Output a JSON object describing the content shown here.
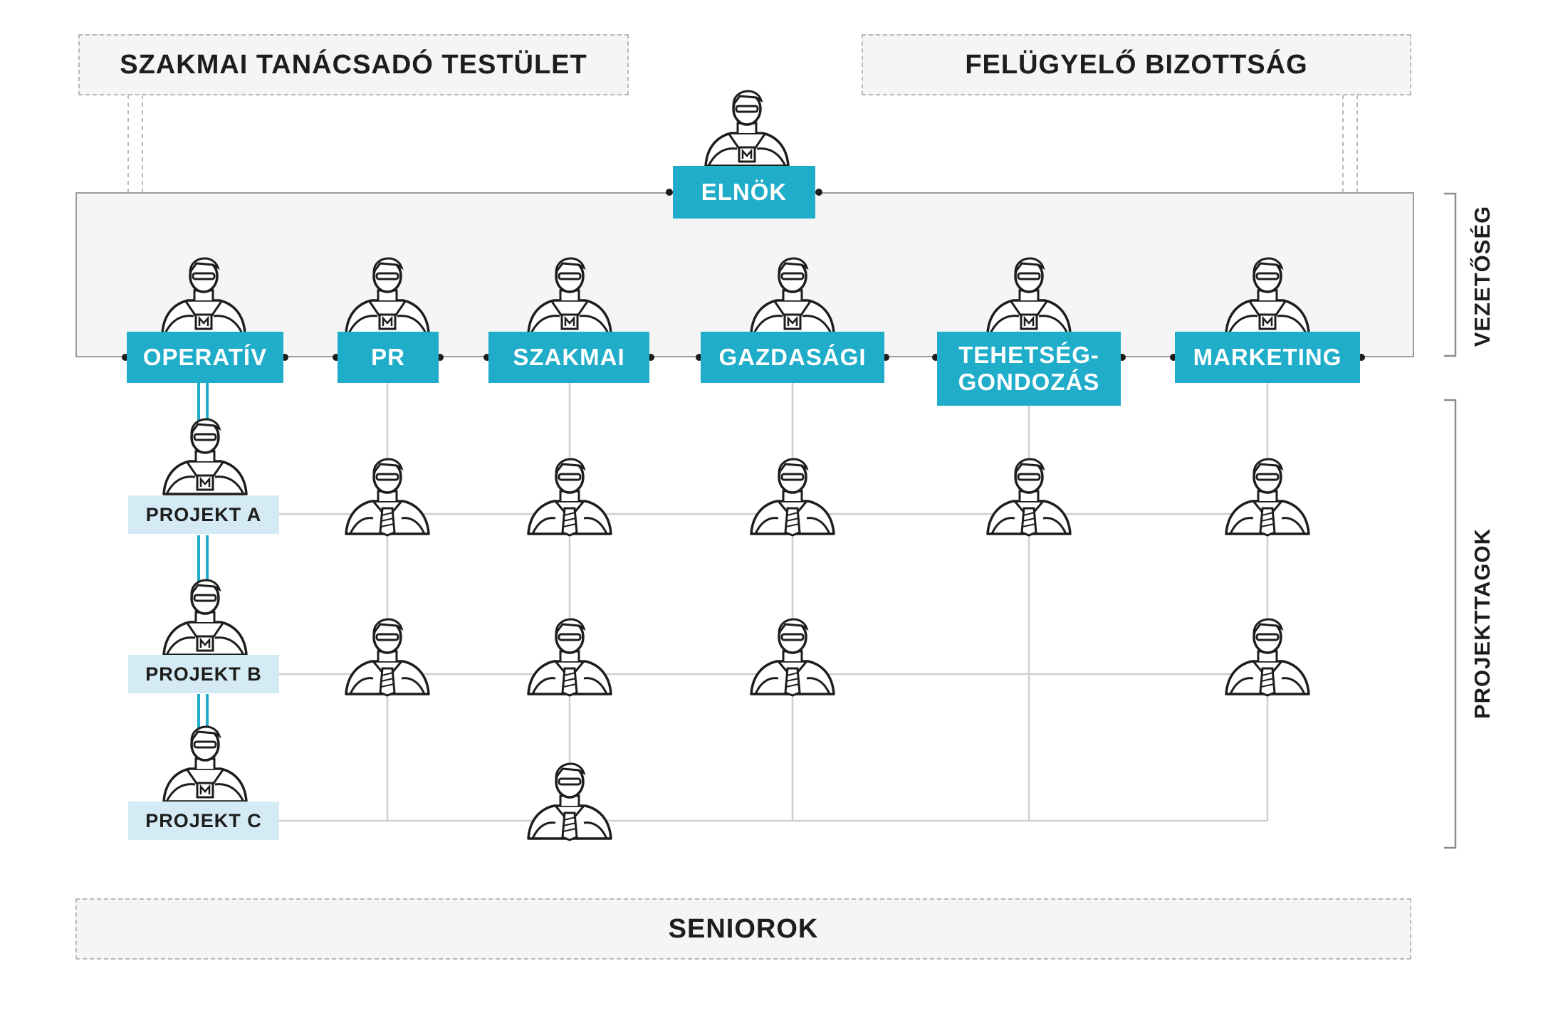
{
  "top_boxes": {
    "advisory": "SZAKMAI TANÁCSADÓ TESTÜLET",
    "supervisory": "FELÜGYELŐ BIZOTTSÁG"
  },
  "president": "ELNÖK",
  "departments": [
    {
      "label_lines": [
        "OPERATÍV"
      ]
    },
    {
      "label_lines": [
        "PR"
      ]
    },
    {
      "label_lines": [
        "SZAKMAI"
      ]
    },
    {
      "label_lines": [
        "GAZDASÁGI"
      ]
    },
    {
      "label_lines": [
        "TEHETSÉG-",
        "GONDOZÁS"
      ]
    },
    {
      "label_lines": [
        "MARKETING"
      ]
    }
  ],
  "projects": [
    {
      "label": "PROJEKT A",
      "members_in_departments": [
        "PR",
        "SZAKMAI",
        "GAZDASÁGI",
        "TEHETSÉG-GONDOZÁS",
        "MARKETING"
      ]
    },
    {
      "label": "PROJEKT B",
      "members_in_departments": [
        "PR",
        "SZAKMAI",
        "GAZDASÁGI",
        "MARKETING"
      ]
    },
    {
      "label": "PROJEKT C",
      "members_in_departments": [
        "SZAKMAI"
      ]
    }
  ],
  "side_labels": {
    "leadership": "VEZETŐSÉG",
    "project_members": "PROJEKTTAGOK"
  },
  "bottom_box": "SENIOROK",
  "colors": {
    "accent": "#1fadc9",
    "project_label_bg": "#d4eaf5",
    "line": "#cfcfcf",
    "panel_bg": "#f5f5f6",
    "text": "#1d1d1b"
  },
  "icons": {
    "leader": "leader-person-icon",
    "member": "member-person-icon"
  }
}
